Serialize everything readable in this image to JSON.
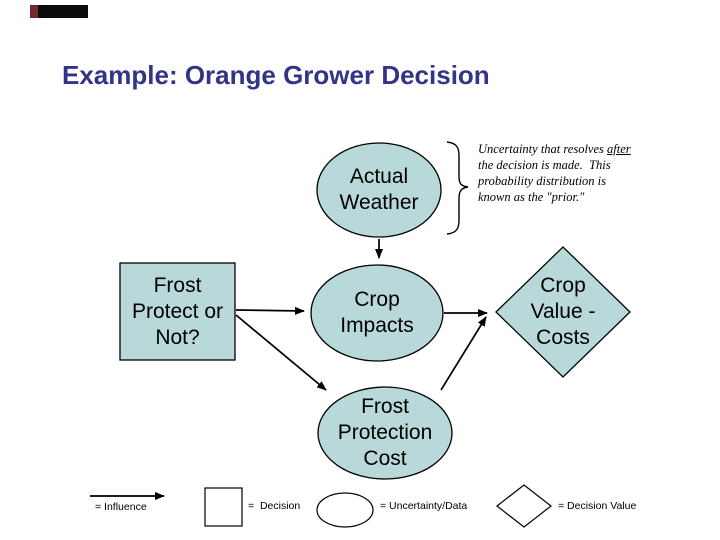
{
  "slide": {
    "title": "Example: Orange Grower Decision"
  },
  "colors": {
    "title": "#333388",
    "node_fill": "#b8d8da",
    "node_border": "#000000",
    "accent_black": "#0b0b0b",
    "accent_maroon": "#6f2b2e"
  },
  "nodes": {
    "actual_weather": {
      "type": "uncertainty",
      "lines": [
        "Actual",
        "Weather"
      ]
    },
    "frost_protect": {
      "type": "decision",
      "lines": [
        "Frost",
        "Protect or",
        "Not?"
      ]
    },
    "crop_impacts": {
      "type": "uncertainty",
      "lines": [
        "Crop",
        "Impacts"
      ]
    },
    "crop_value": {
      "type": "decision-value",
      "lines": [
        "Crop",
        "Value -",
        "Costs"
      ]
    },
    "frost_cost": {
      "type": "uncertainty",
      "lines": [
        "Frost",
        "Protection",
        "Cost"
      ]
    }
  },
  "annotation": {
    "line1_prefix": "Uncertainty that resolves ",
    "line1_underline": "after",
    "line2": "the decision is made.  This",
    "line3": "probability distribution is",
    "line4": "known as the \"prior.\""
  },
  "legend": {
    "influence_label": "= Influence",
    "decision_label": "=  Decision",
    "uncertainty_label": "= Uncertainty/Data",
    "decision_value_label": "= Decision Value"
  }
}
